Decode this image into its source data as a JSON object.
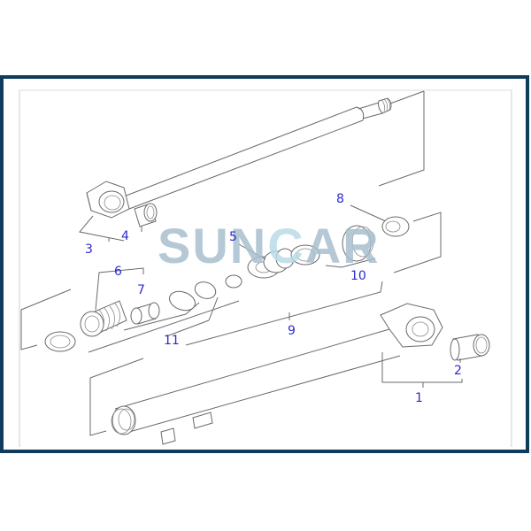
{
  "diagram": {
    "type": "exploded-parts-view",
    "subject": "hydraulic cylinder",
    "frame_color": "#0f3b5c",
    "label_color": "#2b2bd0"
  },
  "watermark": {
    "part1": "SUN",
    "part2": "C",
    "part3": "AR",
    "color": "#a9bfcf"
  },
  "labels": [
    {
      "id": "1",
      "text": "1"
    },
    {
      "id": "2",
      "text": "2"
    },
    {
      "id": "3",
      "text": "3"
    },
    {
      "id": "4",
      "text": "4"
    },
    {
      "id": "5",
      "text": "5"
    },
    {
      "id": "6",
      "text": "6"
    },
    {
      "id": "7",
      "text": "7"
    },
    {
      "id": "8",
      "text": "8"
    },
    {
      "id": "9",
      "text": "9"
    },
    {
      "id": "10",
      "text": "10"
    },
    {
      "id": "11",
      "text": "11"
    }
  ]
}
